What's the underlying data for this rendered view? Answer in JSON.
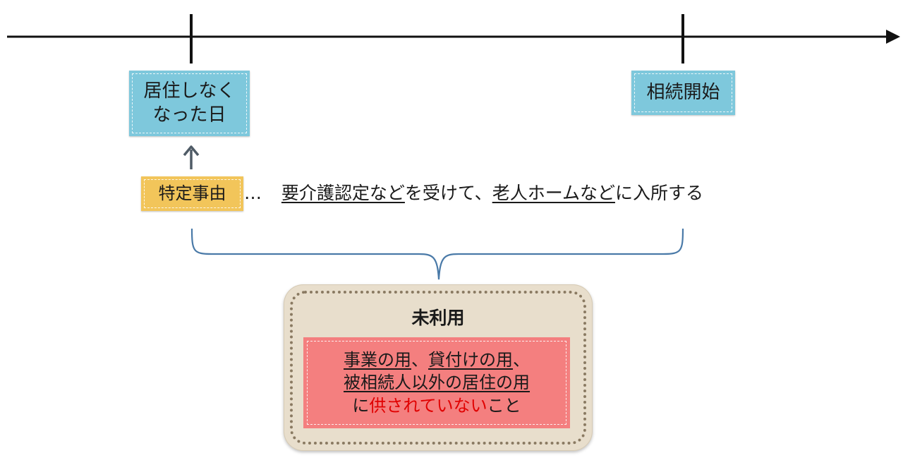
{
  "timeline": {
    "left_label": [
      "居住しなく",
      "なった日"
    ],
    "right_label": "相続開始"
  },
  "reason": {
    "badge": "特定事由",
    "ellipsis": "…",
    "part1_underlined": "要介護認定など",
    "part2": "を受けて、",
    "part3_underlined": "老人ホームなど",
    "part4": "に入所する"
  },
  "unused": {
    "title": "未利用",
    "line1_a": "事業の用",
    "line1_sep": "、",
    "line1_b": "貸付けの用",
    "line1_end": "、",
    "line2": "被相続人以外の居住の用",
    "line3_pre": "に",
    "line3_red": "供されていない",
    "line3_post": "こと"
  },
  "colors": {
    "label_blue": "#7ec8dc",
    "badge_yellow": "#f2c55a",
    "box_pink": "#f47f7f",
    "emphasis_red": "#e00000",
    "arrow_gray": "#4f5b66",
    "brace_blue": "#4a7aa8"
  }
}
